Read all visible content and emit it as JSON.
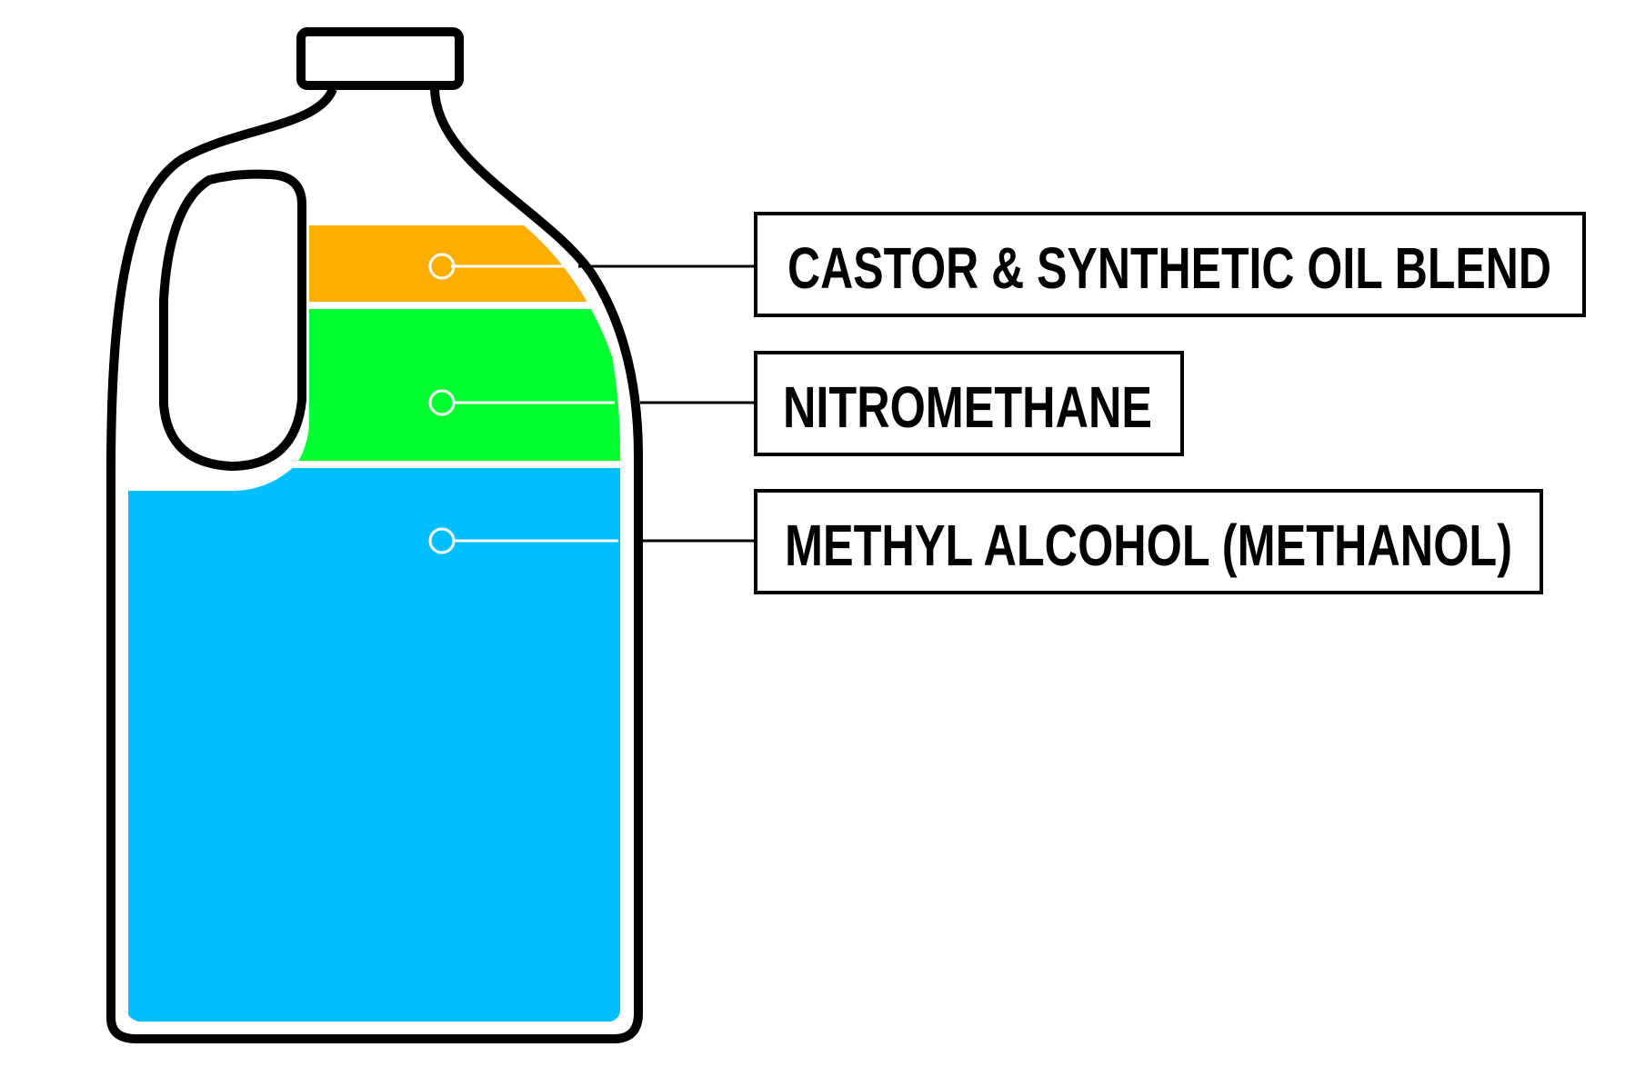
{
  "layers": [
    {
      "id": "oil",
      "label": "CASTOR & SYNTHETIC OIL BLEND",
      "color": "#FFAE00"
    },
    {
      "id": "nitro",
      "label": "NITROMETHANE",
      "color": "#00FF30"
    },
    {
      "id": "methanol",
      "label": "METHYL ALCOHOL (METHANOL)",
      "color": "#00BFFF"
    }
  ],
  "colors": {
    "outline": "#000000",
    "background": "#FFFFFF"
  }
}
